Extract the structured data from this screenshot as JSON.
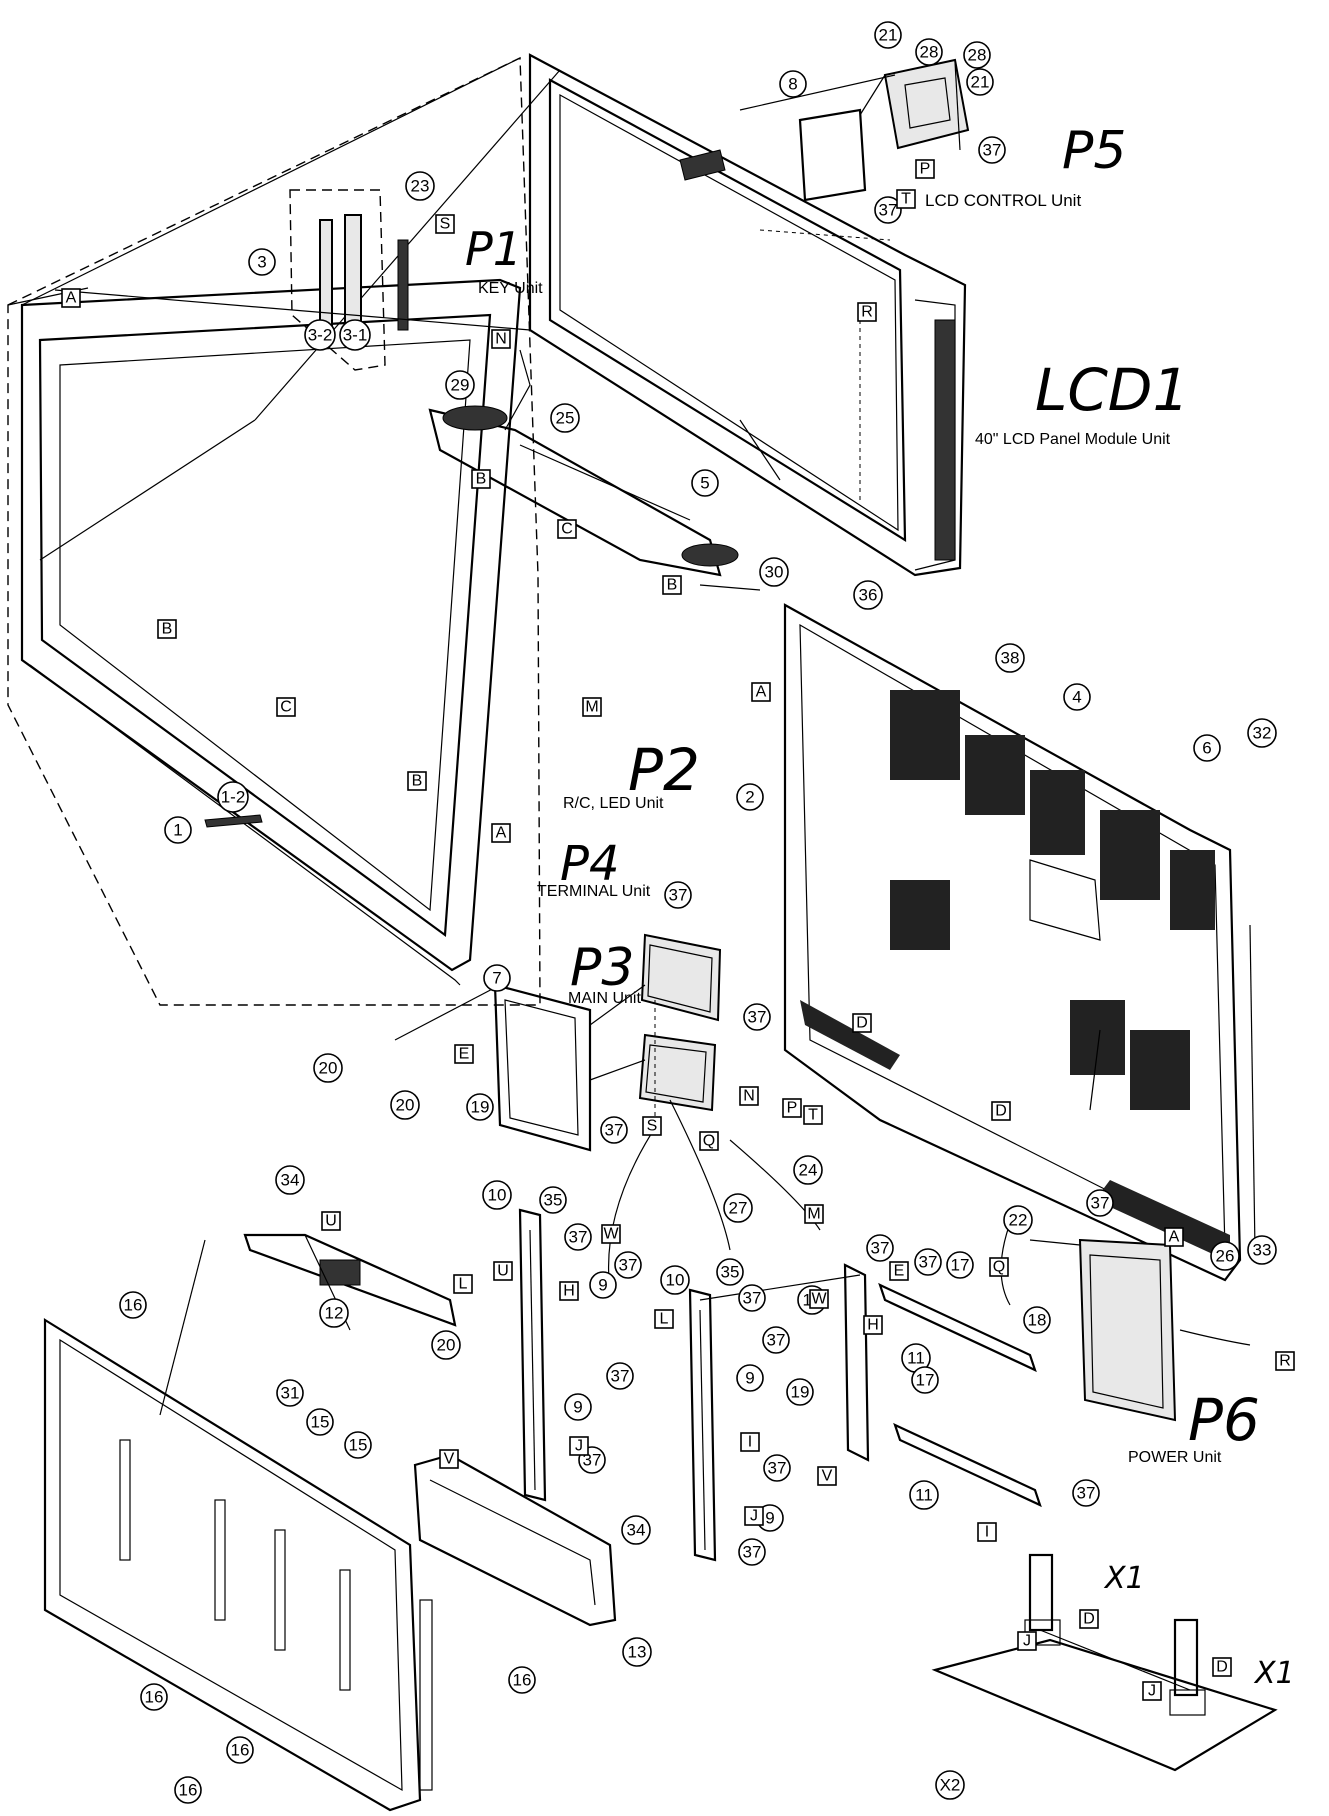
{
  "unit_labels": {
    "p1_code": "P1",
    "p1_name": "KEY Unit",
    "p2_code": "P2",
    "p2_name": "R/C, LED Unit",
    "p3_code": "P3",
    "p3_name": "MAIN Unit",
    "p4_code": "P4",
    "p4_name": "TERMINAL Unit",
    "p5_code": "P5",
    "p5_name": "LCD CONTROL Unit",
    "p6_code": "P6",
    "p6_name": "POWER Unit",
    "lcd1_code": "LCD1",
    "lcd1_name": "40\" LCD Panel Module Unit",
    "x1_a": "X1",
    "x1_b": "X1"
  },
  "callouts": {
    "c1": "1",
    "c1_2": "1-2",
    "c2": "2",
    "c3": "3",
    "c3_1": "3-1",
    "c3_2": "3-2",
    "c4": "4",
    "c5": "5",
    "c6": "6",
    "c7": "7",
    "c8": "8",
    "c9a": "9",
    "c9b": "9",
    "c9c": "9",
    "c9d": "9",
    "c10a": "10",
    "c10b": "10",
    "c11a": "11",
    "c11b": "11",
    "c12": "12",
    "c13": "13",
    "c14": "14",
    "c15a": "15",
    "c15b": "15",
    "c16a": "16",
    "c16b": "16",
    "c16c": "16",
    "c16d": "16",
    "c16e": "16",
    "c17a": "17",
    "c17b": "17",
    "c18": "18",
    "c19a": "19",
    "c19b": "19",
    "c20a": "20",
    "c20b": "20",
    "c20c": "20",
    "c21a": "21",
    "c21b": "21",
    "c22": "22",
    "c23": "23",
    "c24": "24",
    "c25": "25",
    "c26": "26",
    "c27": "27",
    "c28a": "28",
    "c28b": "28",
    "c29": "29",
    "c30": "30",
    "c31": "31",
    "c32": "32",
    "c33": "33",
    "c34a": "34",
    "c34b": "34",
    "c35a": "35",
    "c35b": "35",
    "c36": "36",
    "c37a": "37",
    "c37b": "37",
    "c37c": "37",
    "c37d": "37",
    "c37e": "37",
    "c37f": "37",
    "c37g": "37",
    "c37h": "37",
    "c37i": "37",
    "c37j": "37",
    "c37k": "37",
    "c37l": "37",
    "c37m": "37",
    "c37n": "37",
    "c37o": "37",
    "c37p": "37",
    "c37q": "37",
    "c38": "38",
    "cx2": "X2"
  },
  "tags": {
    "a1": "A",
    "a2": "A",
    "a3": "A",
    "a4": "A",
    "b1": "B",
    "b2": "B",
    "b3": "B",
    "b4": "B",
    "c1": "C",
    "c2": "C",
    "d1": "D",
    "d2": "D",
    "d3": "D",
    "d4": "D",
    "e1": "E",
    "e2": "E",
    "h1": "H",
    "h2": "H",
    "i1": "I",
    "i2": "I",
    "j1": "J",
    "j2": "J",
    "j3": "J",
    "j4": "J",
    "l1": "L",
    "l2": "L",
    "m1": "M",
    "m2": "M",
    "n1": "N",
    "n2": "N",
    "p1": "P",
    "p2": "P",
    "q1": "Q",
    "q2": "Q",
    "r1": "R",
    "r2": "R",
    "s1": "S",
    "s2": "S",
    "t1": "T",
    "t2": "T",
    "u1": "U",
    "u2": "U",
    "v1": "V",
    "v2": "V",
    "w1": "W",
    "w2": "W"
  }
}
